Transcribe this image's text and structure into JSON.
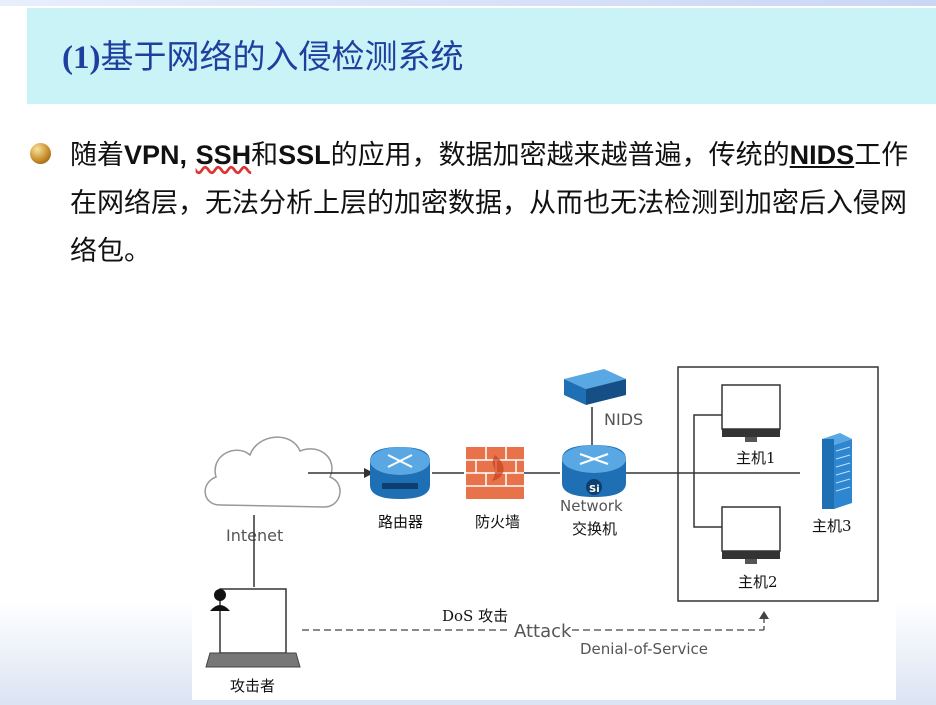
{
  "title": {
    "number": "(1)",
    "text": "基于网络的入侵检测系统"
  },
  "paragraph": {
    "p1": "随着",
    "vpn": "VPN,",
    "ssh": "SSH",
    "p2": "和",
    "ssl": "SSL",
    "p3": "的应用，数据加密越来越普遍，传统的",
    "nids": "NIDS",
    "p4": "工作在网络层，无法分析上层的加密数据，从而也无法检测到加密后入侵网络包。"
  },
  "diagram": {
    "internet": "Intenet",
    "router": "路由器",
    "firewall": "防火墙",
    "nids": "NIDS",
    "network": "Network",
    "switch": "交换机",
    "si": "Si",
    "host1": "主机1",
    "host2": "主机2",
    "host3": "主机3",
    "attacker": "攻击者",
    "dos": "DoS 攻击",
    "attack": "Attack",
    "dos_full": "Denial-of-Service"
  },
  "colors": {
    "title_band": "#c9f3f6",
    "title_text": "#1f3f9f",
    "device_blue": "#1f6fb5",
    "firewall": "#e8734a"
  }
}
